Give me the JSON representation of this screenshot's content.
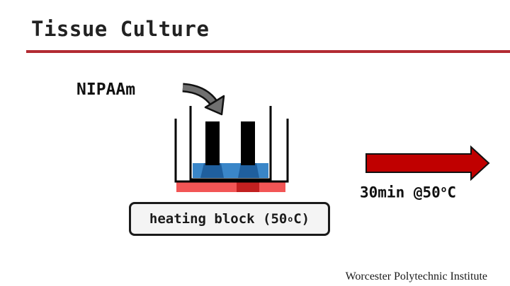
{
  "slide": {
    "title": "Tissue Culture",
    "footer": "Worcester Polytechnic Institute"
  },
  "diagram": {
    "reagent_label": "NIPAAm",
    "heating_block": {
      "label_prefix": "heating block (50",
      "degree_mark": "o",
      "label_suffix": "C)"
    },
    "condition": {
      "text_prefix": "30min @50",
      "degree_mark": "o",
      "text_suffix": "C"
    }
  },
  "colors": {
    "title_rule": "#b22a32",
    "arrow_red": "#c00000",
    "liquid_blue": "#3a86c8",
    "heater_red": "#f25555",
    "pour_arrow_gray": "#707070"
  }
}
